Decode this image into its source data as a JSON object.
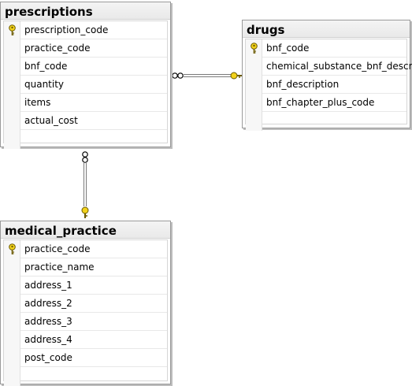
{
  "tables": {
    "prescriptions": {
      "title": "prescriptions",
      "columns": [
        {
          "name": "prescription_code",
          "primary_key": true
        },
        {
          "name": "practice_code",
          "primary_key": false
        },
        {
          "name": "bnf_code",
          "primary_key": false
        },
        {
          "name": "quantity",
          "primary_key": false
        },
        {
          "name": "items",
          "primary_key": false
        },
        {
          "name": "actual_cost",
          "primary_key": false
        }
      ]
    },
    "drugs": {
      "title": "drugs",
      "columns": [
        {
          "name": "bnf_code",
          "primary_key": true
        },
        {
          "name": "chemical_substance_bnf_descr",
          "primary_key": false
        },
        {
          "name": "bnf_description",
          "primary_key": false
        },
        {
          "name": "bnf_chapter_plus_code",
          "primary_key": false
        }
      ]
    },
    "medical_practice": {
      "title": "medical_practice",
      "columns": [
        {
          "name": "practice_code",
          "primary_key": true
        },
        {
          "name": "practice_name",
          "primary_key": false
        },
        {
          "name": "address_1",
          "primary_key": false
        },
        {
          "name": "address_2",
          "primary_key": false
        },
        {
          "name": "address_3",
          "primary_key": false
        },
        {
          "name": "address_4",
          "primary_key": false
        },
        {
          "name": "post_code",
          "primary_key": false
        }
      ]
    }
  },
  "relationships": [
    {
      "from": "prescriptions",
      "to": "drugs",
      "from_end": "many",
      "to_end": "one-key"
    },
    {
      "from": "prescriptions",
      "to": "medical_practice",
      "from_end": "many",
      "to_end": "one-key"
    }
  ],
  "colors": {
    "key_icon": "#f2d21b",
    "key_outline": "#6b5a00",
    "connector": "#7a7a7a",
    "border": "#9a9a9a"
  }
}
